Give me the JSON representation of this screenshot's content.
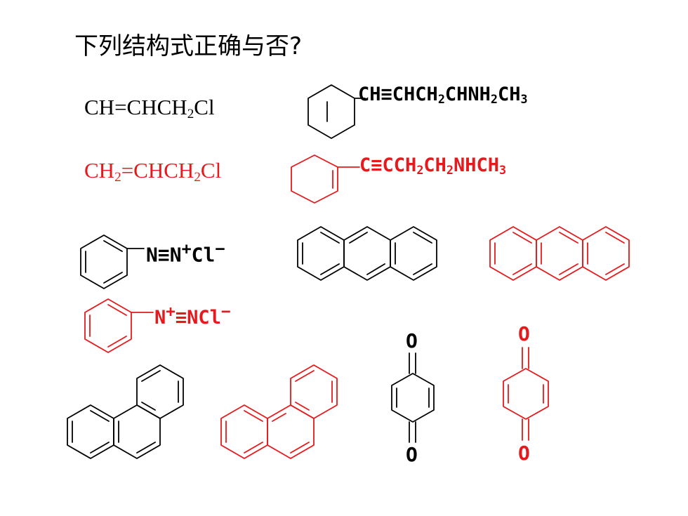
{
  "slide": {
    "title": "下列结构式正确与否?"
  },
  "colors": {
    "given": "#000000",
    "corrected": "#e6191c"
  },
  "row1": {
    "given_formula": {
      "a": "CH=CHCH",
      "sub1": "2",
      "b": "Cl"
    },
    "corrected_formula": {
      "a": "CH",
      "sub1": "2",
      "b": "=CHCH",
      "sub2": "2",
      "c": "Cl"
    },
    "given_chain": {
      "a": "CH",
      "triple": "≡",
      "b": "CHCH",
      "s1": "2",
      "c": "CHNH",
      "s2": "2",
      "d": "CH",
      "s3": "3"
    },
    "corrected_chain": {
      "a": "C",
      "triple": "≡",
      "b": "CCH",
      "s1": "2",
      "c": "CH",
      "s2": "2",
      "d": "NHCH",
      "s3": "3"
    }
  },
  "row2": {
    "given_diazonium": {
      "n1": "N",
      "triple": "≡",
      "n2": "N",
      "plus": "+",
      "cl": "Cl",
      "minus": "−"
    },
    "corrected_diazonium": {
      "n1": "N",
      "plus": "+",
      "triple": "≡",
      "n2": "NCl",
      "minus": "−"
    }
  },
  "row3": {
    "given_quinone": {
      "top": "O",
      "bottom": "O"
    },
    "corrected_quinone": {
      "top": "O",
      "bottom": "O"
    }
  },
  "icons": {
    "cyclohexene": "cyclohexene-ring",
    "benzene": "benzene-ring",
    "anthracene": "anthracene-rings",
    "phenanthrene": "phenanthrene-rings",
    "quinone": "quinone-ring"
  }
}
